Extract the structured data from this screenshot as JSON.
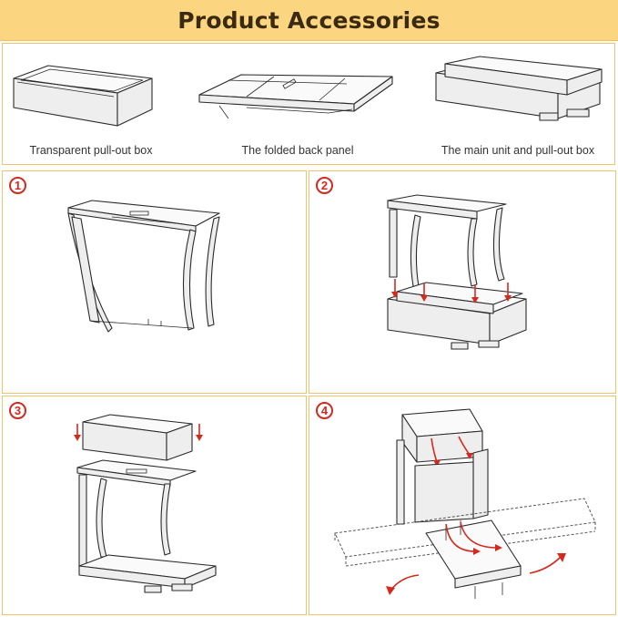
{
  "header": {
    "title": "Product Accessories"
  },
  "accessories": [
    {
      "label": "Transparent pull-out box",
      "icon": "pull-out-box-drawing"
    },
    {
      "label": "The folded back panel",
      "icon": "folded-panel-drawing"
    },
    {
      "label": "The main unit and pull-out box",
      "icon": "main-unit-drawing"
    }
  ],
  "steps": [
    {
      "number": "1"
    },
    {
      "number": "2"
    },
    {
      "number": "3"
    },
    {
      "number": "4"
    }
  ],
  "colors": {
    "banner": "#fcd581",
    "border": "#f3c36a",
    "accent": "#d42a1e",
    "title": "#3b2a12"
  }
}
